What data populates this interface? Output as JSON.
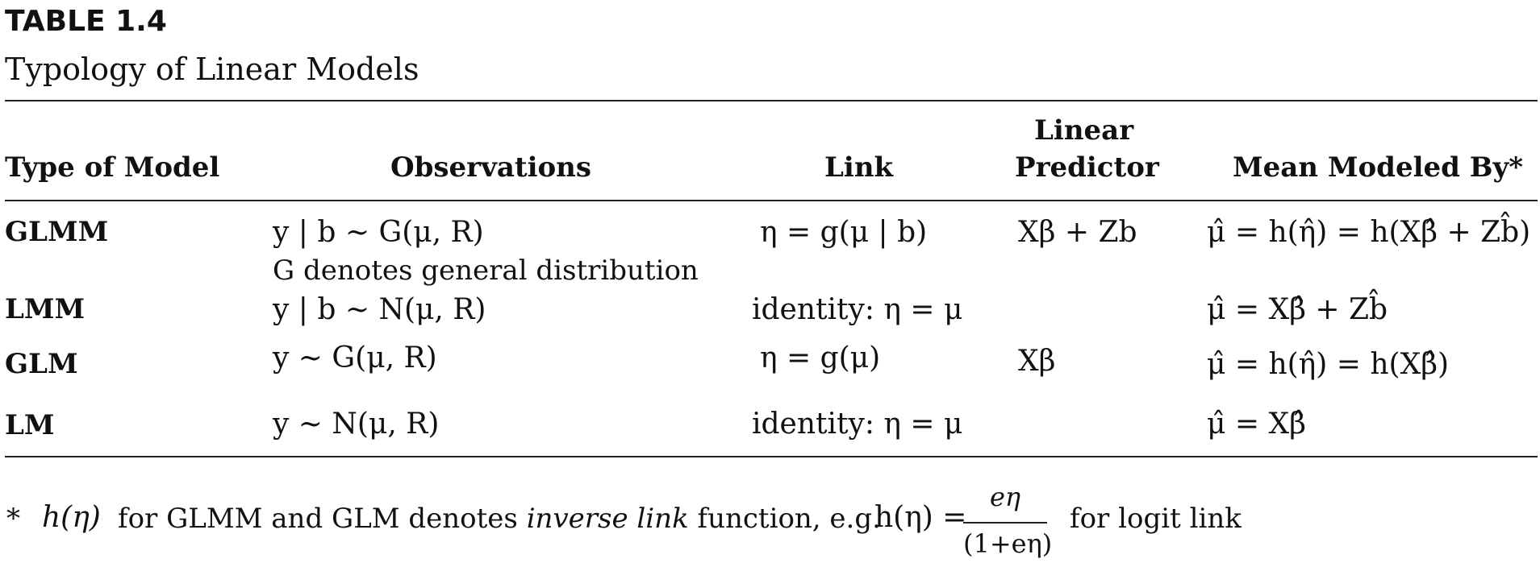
{
  "table_label": "TABLE 1.4",
  "table_title": "Typology of Linear Models",
  "headers": {
    "type": "Type of Model",
    "observations": "Observations",
    "link": "Link",
    "predictor_line1": "Linear",
    "predictor_line2": "Predictor",
    "mean": "Mean Modeled By*"
  },
  "rows": [
    {
      "type": "GLMM",
      "obs": "y | b ~ G(μ, R)",
      "obs_note": "G denotes general distribution",
      "link": "η = g(μ | b)",
      "predictor": "Xβ + Zb",
      "mean": "μ̂ = h(η̂) = h(Xβ̂ + Zb̂)"
    },
    {
      "type": "LMM",
      "obs": "y | b ~ N(μ, R)",
      "link": "identity:  η = μ",
      "predictor": "",
      "mean": "μ̂ = Xβ̂ + Zb̂"
    },
    {
      "type": "GLM",
      "obs": "y ~ G(μ, R)",
      "link": "η = g(μ)",
      "predictor": "Xβ",
      "mean": "μ̂ = h(η̂) = h(Xβ̂)"
    },
    {
      "type": "LM",
      "obs": "y ~ N(μ, R)",
      "link": "identity:  η = μ",
      "predictor": "",
      "mean": "μ̂ = Xβ̂"
    }
  ],
  "footnote": {
    "marker": "*",
    "h_eta": "h(η)",
    "text_a": "for GLMM and GLM denotes ",
    "text_italic": "inverse link",
    "text_b": " function, e.g. ",
    "formula_lhs": "h(η) =",
    "formula_num": "eη",
    "formula_den": "(1+eη)",
    "text_c": "for logit link"
  }
}
